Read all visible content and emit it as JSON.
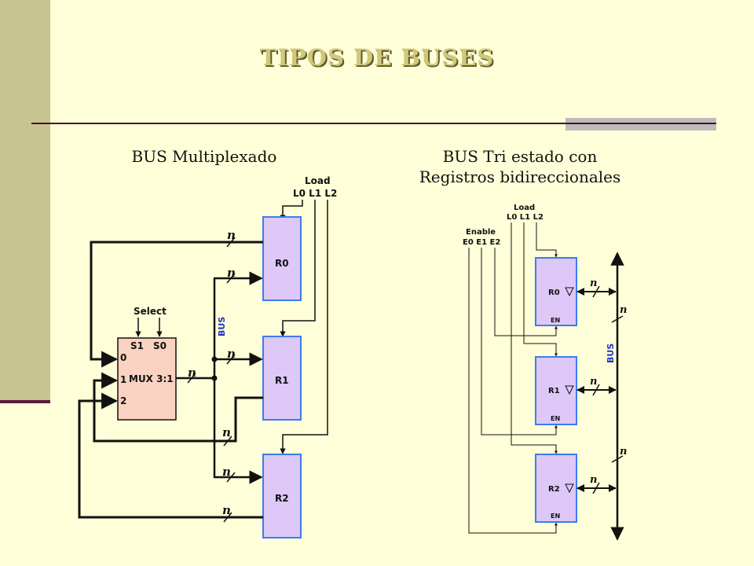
{
  "title": "TIPOS DE BUSES",
  "left_subtitle": "BUS Multiplexado",
  "right_subtitle_line1": "BUS Tri estado con",
  "right_subtitle_line2": "Registros bidireccionales",
  "mux_diagram": {
    "load_label": "Load",
    "load_lines": "L0 L1 L2",
    "select_label": "Select",
    "s1": "S1",
    "s0": "S0",
    "mux_label": "MUX  3:1",
    "inputs": [
      "0",
      "1",
      "2"
    ],
    "registers": [
      "R0",
      "R1",
      "R2"
    ],
    "bus_label": "BUS",
    "width_label": "n"
  },
  "tristate_diagram": {
    "load_label": "Load",
    "load_lines": "L0 L1 L2",
    "enable_label": "Enable",
    "enable_lines": "E0 E1 E2",
    "registers": [
      "R0",
      "R1",
      "R2"
    ],
    "en_label": "EN",
    "bus_label": "BUS",
    "width_label": "n"
  },
  "colors": {
    "background": "#fefed8",
    "register_fill": "#ddc8f8",
    "register_border": "#3d7bf0",
    "mux_fill": "#fad2c2",
    "bus_label": "#2233bb"
  }
}
